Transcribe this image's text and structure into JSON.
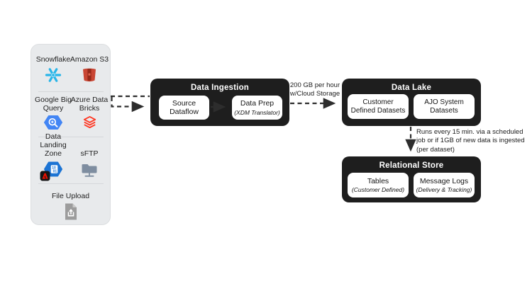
{
  "sidebar": {
    "items": [
      {
        "label": "Snowflake",
        "icon": "snowflake-icon"
      },
      {
        "label": "Amazon S3",
        "icon": "amazon-s3-icon"
      },
      {
        "label": "Google Big Query",
        "icon": "google-bigquery-icon"
      },
      {
        "label": "Azure Data Bricks",
        "icon": "azure-databricks-icon"
      },
      {
        "label": "Data Landing Zone",
        "icon": "data-landing-zone-icon"
      },
      {
        "label": "sFTP",
        "icon": "sftp-icon"
      },
      {
        "label": "File Upload",
        "icon": "file-upload-icon"
      }
    ]
  },
  "ingestion": {
    "title": "Data Ingestion",
    "source_dataflow": {
      "line1": "Source",
      "line2": "Dataflow"
    },
    "data_prep": {
      "title": "Data Prep",
      "subtitle": "(XDM Translator)"
    }
  },
  "data_lake": {
    "title": "Data Lake",
    "customer_datasets": {
      "line1": "Customer",
      "line2": "Defined Datasets"
    },
    "ajo_datasets": {
      "line1": "AJO System",
      "line2": "Datasets"
    }
  },
  "relational_store": {
    "title": "Relational Store",
    "tables": {
      "title": "Tables",
      "subtitle": "(Customer Defined)"
    },
    "message_logs": {
      "title": "Message Logs",
      "subtitle": "(Delivery & Tracking)"
    }
  },
  "annotations": {
    "throughput": {
      "line1": "200 GB per hour",
      "line2": "w/Cloud Storage"
    },
    "schedule": {
      "line1": "Runs every 15 min. via a scheduled",
      "line2": "job or if 1GB of new data is ingested",
      "line3": "(per dataset)"
    }
  },
  "colors": {
    "snowflake": "#29B5E8",
    "amazon_s3": "#C94634",
    "google_bigquery": "#4285F4",
    "azure_databricks": "#FF3621",
    "data_landing_zone": "#1C74D4",
    "adobe_red": "#EB1000",
    "sftp": "#7E8DA0",
    "file_upload": "#9C9C9C",
    "group_box": "#1E1E1E",
    "sidebar_bg": "#E8EAEC",
    "arrow": "#2D2D2D"
  }
}
